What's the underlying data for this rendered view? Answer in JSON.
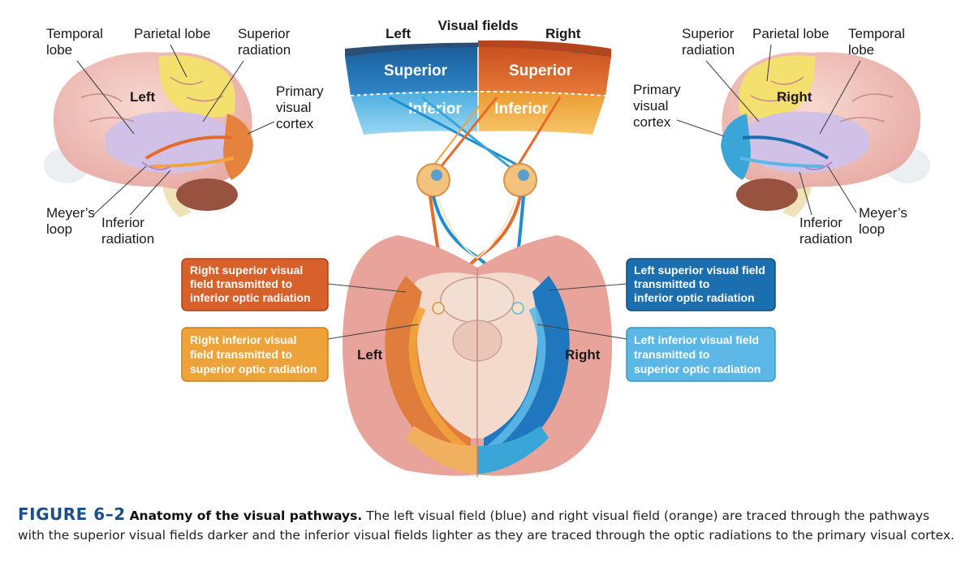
{
  "visual_fields": {
    "title": "Visual fields",
    "left": "Left",
    "right": "Right",
    "left_superior": "Superior",
    "right_superior": "Superior",
    "left_inferior": "Inferior",
    "right_inferior": "Inferior"
  },
  "left_brain": {
    "hemisphere": "Left",
    "temporal_lobe": [
      "Temporal",
      "lobe"
    ],
    "parietal_lobe": "Parietal lobe",
    "superior_radiation": [
      "Superior",
      "radiation"
    ],
    "primary_visual_cortex": [
      "Primary",
      "visual",
      "cortex"
    ],
    "meyers_loop": [
      "Meyer’s",
      "loop"
    ],
    "inferior_radiation": [
      "Inferior",
      "radiation"
    ]
  },
  "right_brain": {
    "hemisphere": "Right",
    "superior_radiation": [
      "Superior",
      "radiation"
    ],
    "parietal_lobe": "Parietal lobe",
    "temporal_lobe": [
      "Temporal",
      "lobe"
    ],
    "primary_visual_cortex": [
      "Primary",
      "visual",
      "cortex"
    ],
    "meyers_loop": [
      "Meyer’s",
      "loop"
    ],
    "inferior_radiation": [
      "Inferior",
      "radiation"
    ]
  },
  "bottom_view": {
    "left": "Left",
    "right": "Right"
  },
  "callouts": {
    "right_superior": [
      "Right superior visual",
      "field transmitted to",
      "inferior optic radiation"
    ],
    "right_inferior": [
      "Right inferior visual",
      "field transmitted to",
      "superior optic radiation"
    ],
    "left_superior": [
      "Left superior visual field",
      "transmitted to",
      "inferior optic radiation"
    ],
    "left_inferior": [
      "Left inferior visual field",
      "transmitted to",
      "superior optic radiation"
    ]
  },
  "colors": {
    "left_superior": "#1b6fae",
    "left_inferior": "#5bb8e6",
    "right_superior": "#d8612b",
    "right_inferior": "#eea33a",
    "caption_number": "#1d4f86"
  },
  "caption": {
    "number": "FIGURE 6–2",
    "title": "Anatomy of the visual pathways.",
    "text": "The left visual field (blue) and right visual field (orange) are traced through the pathways with the superior visual fields darker and the inferior visual fields lighter as they are traced through the optic radiations to the primary visual cortex."
  }
}
